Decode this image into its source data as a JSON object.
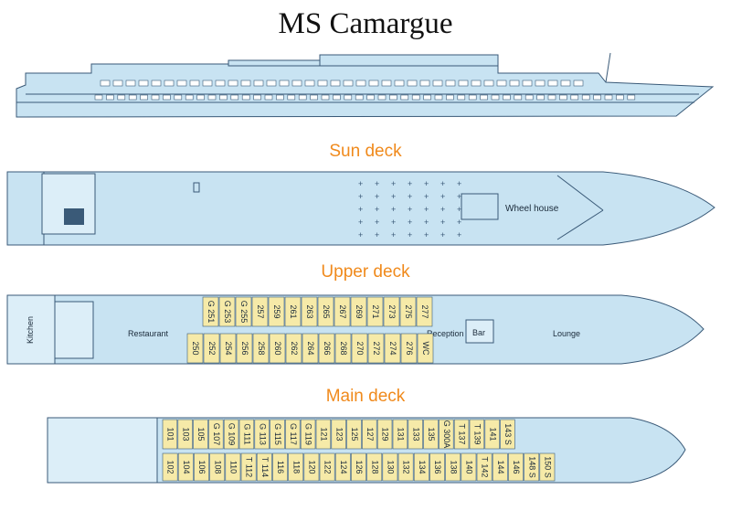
{
  "title": "MS Camargue",
  "colors": {
    "hull": "#c8e3f2",
    "outline": "#3a5a78",
    "cabin": "#f6eaa8",
    "accent": "#f08a1c"
  },
  "sun_deck": {
    "title": "Sun deck",
    "labels": {
      "wheel_house": "Wheel house"
    }
  },
  "upper_deck": {
    "title": "Upper deck",
    "labels": {
      "kitchen": "Kitchen",
      "restaurant": "Restaurant",
      "reception": "Reception",
      "bar": "Bar",
      "lounge": "Lounge"
    },
    "top_row": [
      "G 251",
      "G 253",
      "G 255",
      "257",
      "259",
      "261",
      "263",
      "265",
      "267",
      "269",
      "271",
      "273",
      "275",
      "277"
    ],
    "bottom_row": [
      "250",
      "252",
      "254",
      "256",
      "258",
      "260",
      "262",
      "264",
      "266",
      "268",
      "270",
      "272",
      "274",
      "276",
      "WC"
    ]
  },
  "main_deck": {
    "title": "Main deck",
    "top_row": [
      "101",
      "103",
      "105",
      "G 107",
      "G 109",
      "G 111",
      "G 113",
      "G 115",
      "G 117",
      "G 119",
      "121",
      "123",
      "125",
      "127",
      "129",
      "131",
      "133",
      "135",
      "G 300A",
      "T 137",
      "T 139",
      "141",
      "143 S"
    ],
    "bottom_row": [
      "102",
      "104",
      "106",
      "108",
      "110",
      "T 112",
      "T 114",
      "116",
      "118",
      "120",
      "122",
      "124",
      "126",
      "128",
      "130",
      "132",
      "134",
      "136",
      "138",
      "140",
      "T 142",
      "144",
      "146",
      "148 S",
      "150 S"
    ]
  }
}
